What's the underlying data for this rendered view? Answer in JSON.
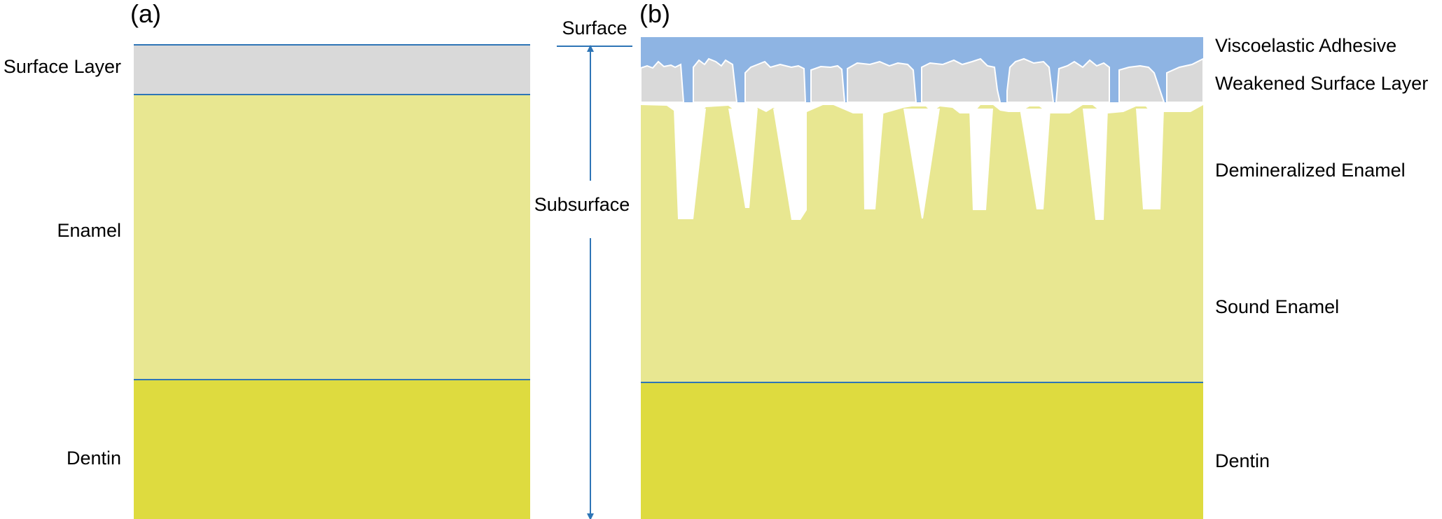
{
  "panel_a": {
    "tag": "(a)",
    "labels": {
      "surface_layer": "Surface Layer",
      "enamel": "Enamel",
      "dentin": "Dentin"
    }
  },
  "panel_b": {
    "tag": "(b)",
    "labels": {
      "viscoelastic_adhesive": "Viscoelastic Adhesive",
      "weakened_surface_layer": "Weakened Surface Layer",
      "demineralized_enamel": "Demineralized Enamel",
      "sound_enamel": "Sound Enamel",
      "dentin": "Dentin"
    }
  },
  "depth_scale": {
    "surface_label": "Surface",
    "subsurface_label": "Subsurface"
  },
  "colors": {
    "surface_layer": "#d9d9d9",
    "enamel": "#e8e791",
    "dentin": "#dedb3f",
    "adhesive": "#8eb4e3",
    "boundary_line": "#2e75b6",
    "arrow": "#2e75b6"
  }
}
